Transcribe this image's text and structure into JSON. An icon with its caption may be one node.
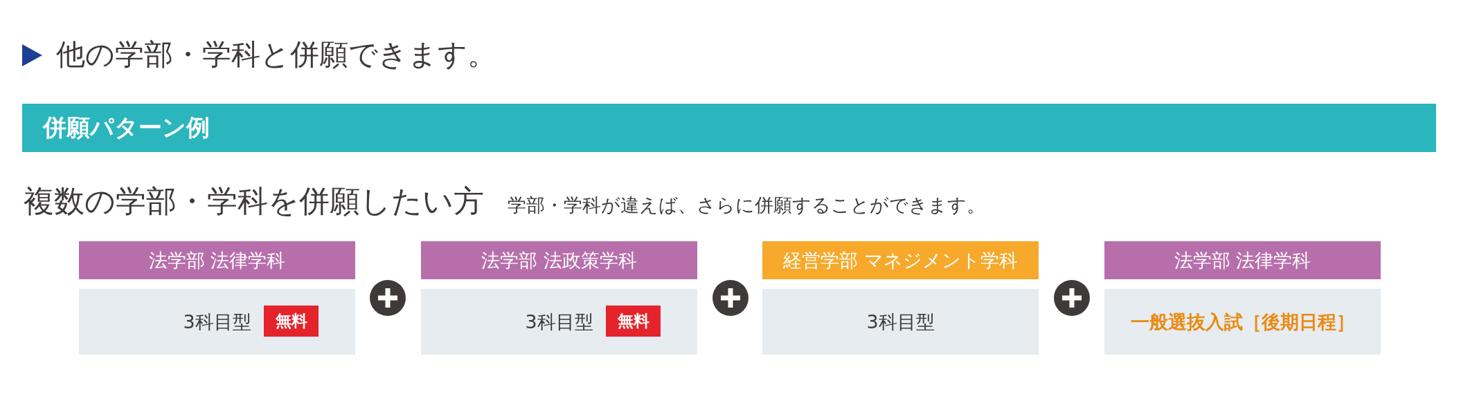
{
  "diagram": {
    "title": "他の学部・学科と併願できます。",
    "nodes": [
      {
        "text": [
          "併願パターン例"
        ]
      },
      {
        "text": [
          "法学部 法律学科"
        ]
      },
      {
        "text": [
          "3科目型"
        ]
      },
      {
        "text": [
          "無料"
        ],
        "in": 2
      },
      {
        "text": [
          "法学部 法政策学科"
        ]
      },
      {
        "text": [
          "3科目型"
        ]
      },
      {
        "text": [
          "無料"
        ],
        "in": 5
      },
      {
        "text": [
          "経営学部 マネジメント学科"
        ]
      },
      {
        "text": [
          "3科目型"
        ]
      },
      {
        "text": [
          "法学部 法律学科"
        ]
      },
      {
        "text": [
          "一般選抜入試［後期日程］"
        ]
      }
    ],
    "labels": [
      "複数の学部・学科を併願したい方",
      "学部・学科が違えば、さらに併願することができます。"
    ]
  }
}
